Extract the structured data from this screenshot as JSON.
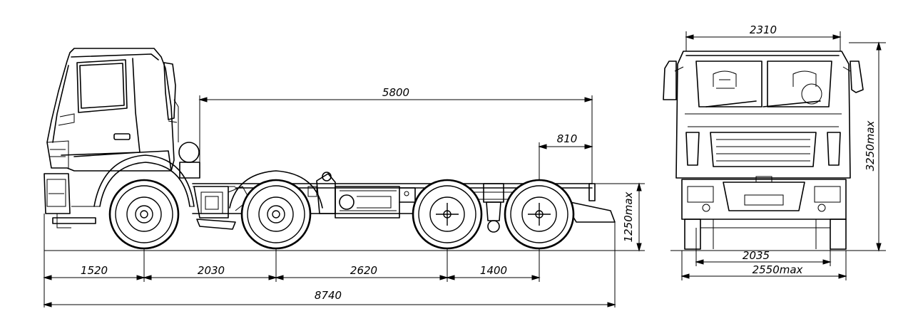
{
  "dimensions": {
    "wheelbase_span": "5800",
    "rear_overhang_frame": "810",
    "frame_height": "1250max",
    "front_overhang": "1520",
    "axle_1_2": "2030",
    "axle_2_3": "2620",
    "axle_3_4": "1400",
    "overall_length": "8740",
    "cab_width": "2310",
    "overall_height": "3250max",
    "track_width": "2035",
    "overall_width": "2550max"
  }
}
